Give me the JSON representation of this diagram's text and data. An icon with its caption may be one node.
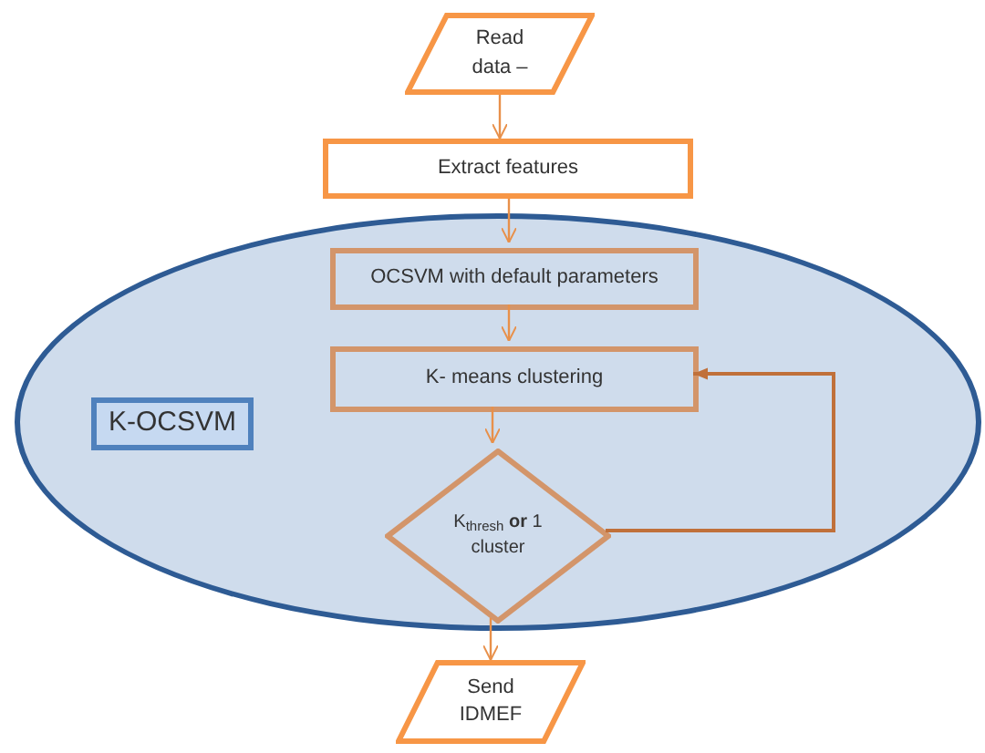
{
  "diagram": {
    "nodes": [
      {
        "text": [
          "Read data –"
        ]
      },
      {
        "text": [
          "Extract features"
        ]
      },
      {
        "text": [],
        "shape": "ellipse"
      },
      {
        "text": [
          "OCSVM with default parameters"
        ],
        "in": 2
      },
      {
        "text": [
          "K- means clustering"
        ],
        "in": 2
      },
      {
        "text": [
          "K-OCSVM"
        ],
        "in": 2
      },
      {
        "text": [
          "K$_{thresh}$ **or** 1 cluster"
        ],
        "in": 2
      },
      {
        "text": [
          "Send IDMEF"
        ]
      }
    ],
    "edges": [
      {
        "from": 0,
        "to": 1,
        "arrow": "to"
      },
      {
        "from": 1,
        "to": 3,
        "arrow": "to"
      },
      {
        "from": 3,
        "to": 4,
        "arrow": "to"
      },
      {
        "from": 4,
        "to": 6,
        "arrow": "to"
      },
      {
        "from": 6,
        "to": 4,
        "arrow": "to",
        "color": "#c0703a"
      },
      {
        "from": 6,
        "to": 7,
        "arrow": "to"
      }
    ]
  }
}
